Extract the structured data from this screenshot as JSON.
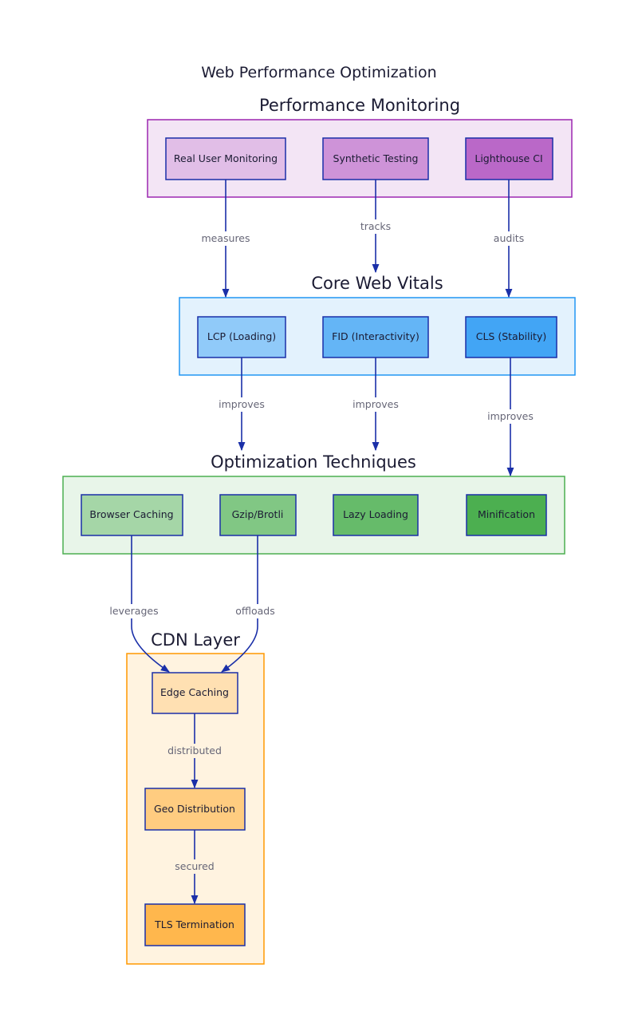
{
  "title": "Web Performance Optimization",
  "colors": {
    "edge": "#1a2fa8",
    "edge_label": "#666677"
  },
  "groups": {
    "monitoring": {
      "title": "Performance Monitoring",
      "fill": "#f3e5f5",
      "stroke": "#9c27b0"
    },
    "vitals": {
      "title": "Core Web Vitals",
      "fill": "#e3f2fd",
      "stroke": "#2196f3"
    },
    "techniques": {
      "title": "Optimization Techniques",
      "fill": "#e8f5e9",
      "stroke": "#4caf50"
    },
    "cdn": {
      "title": "CDN Layer",
      "fill": "#fff3e0",
      "stroke": "#ff9800"
    }
  },
  "nodes": {
    "rum": {
      "label": "Real User Monitoring",
      "fill": "#e1bee7"
    },
    "synthetic": {
      "label": "Synthetic Testing",
      "fill": "#ce93d8"
    },
    "lighthouse": {
      "label": "Lighthouse CI",
      "fill": "#ba68c8"
    },
    "lcp": {
      "label": "LCP (Loading)",
      "fill": "#90caf9"
    },
    "fid": {
      "label": "FID (Interactivity)",
      "fill": "#64b5f6"
    },
    "cls": {
      "label": "CLS (Stability)",
      "fill": "#42a5f5"
    },
    "browser_caching": {
      "label": "Browser Caching",
      "fill": "#a5d6a7"
    },
    "gzip": {
      "label": "Gzip/Brotli",
      "fill": "#81c784"
    },
    "lazy": {
      "label": "Lazy Loading",
      "fill": "#66bb6a"
    },
    "minification": {
      "label": "Minification",
      "fill": "#4caf50"
    },
    "edge_caching": {
      "label": "Edge Caching",
      "fill": "#ffe0b2"
    },
    "geo": {
      "label": "Geo Distribution",
      "fill": "#ffcc80"
    },
    "tls": {
      "label": "TLS Termination",
      "fill": "#ffb74d"
    }
  },
  "edges": {
    "measures": "measures",
    "tracks": "tracks",
    "audits": "audits",
    "improves_lcp": "improves",
    "improves_fid": "improves",
    "improves_cls": "improves",
    "leverages": "leverages",
    "offloads": "offloads",
    "distributed": "distributed",
    "secured": "secured"
  }
}
